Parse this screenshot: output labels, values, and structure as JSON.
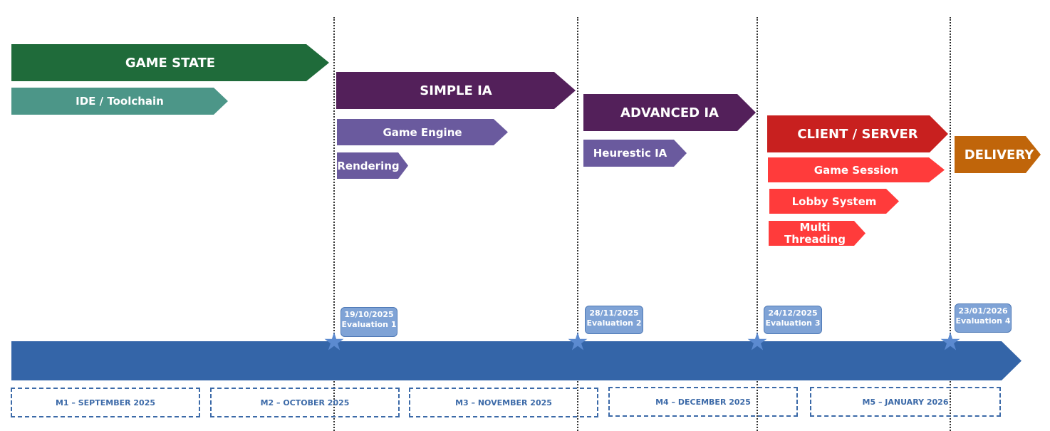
{
  "colors": {
    "game_state": "#1f6b3a",
    "ide": "#4c9688",
    "simple_ia": "#53205a",
    "purple_sub": "#6a5a9e",
    "advanced_ia": "#53205a",
    "client_server": "#c8201f",
    "red_sub": "#ff3b3b",
    "delivery": "#c0650a",
    "timeline": "#3465a8"
  },
  "phases": {
    "game_state": "GAME STATE",
    "ide_toolchain": "IDE / Toolchain",
    "simple_ia": "SIMPLE IA",
    "game_engine": "Game Engine",
    "rendering": "Rendering",
    "advanced_ia": "ADVANCED IA",
    "heurestic_ia": "Heurestic IA",
    "client_server": "CLIENT / SERVER",
    "game_session": "Game Session",
    "lobby_system": "Lobby System",
    "multi_threading_line1": "Multi",
    "multi_threading_line2": "Threading",
    "delivery": "DELIVERY"
  },
  "milestones": [
    {
      "date": "19/10/2025",
      "label": "Evaluation 1"
    },
    {
      "date": "28/11/2025",
      "label": "Evaluation 2"
    },
    {
      "date": "24/12/2025",
      "label": "Evaluation 3"
    },
    {
      "date": "23/01/2026",
      "label": "Evaluation 4"
    }
  ],
  "months": [
    "M1 – SEPTEMBER 2025",
    "M2 – OCTOBER 2025",
    "M3 – NOVEMBER 2025",
    "M4 – DECEMBER 2025",
    "M5 – JANUARY 2026"
  ]
}
